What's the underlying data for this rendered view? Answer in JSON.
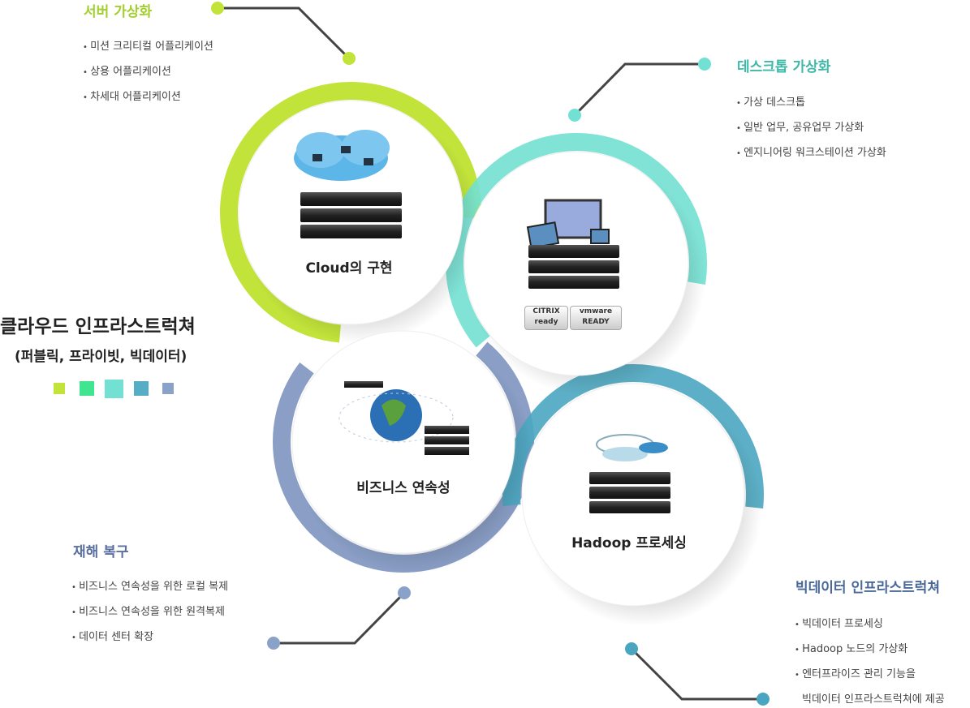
{
  "center": {
    "title": "클라우드 인프라스트럭쳐",
    "subtitle": "(퍼블릭, 프라이빗, 빅데이터)",
    "swatch_colors": [
      "#c1e33a",
      "#3fe58f",
      "#72e0d2",
      "#56aec6",
      "#8aa1c8"
    ]
  },
  "circles": [
    {
      "label": "Cloud의 구현",
      "ring_color": "#c1e33a"
    },
    {
      "label": "",
      "ring_color": "#72e0d2",
      "badges": [
        "CITRIX ready",
        "vmware READY"
      ]
    },
    {
      "label": "비즈니스 연속성",
      "ring_color": "#7d93c0"
    },
    {
      "label": "Hadoop 프로세싱",
      "ring_color": "#4aa6c0"
    }
  ],
  "sections": [
    {
      "title": "서버 가상화",
      "color": "#a2cf2e",
      "items": [
        "미션 크리티컬 어플리케이션",
        "상용 어플리케이션",
        "차세대 어플리케이션"
      ]
    },
    {
      "title": "데스크톱 가상화",
      "color": "#3db9a8",
      "items": [
        "가상 데스크톱",
        "일반 업무, 공유업무 가상화",
        "엔지니어링 워크스테이션 가상화"
      ]
    },
    {
      "title": "재해 복구",
      "color": "#5b6f9f",
      "items": [
        "비즈니스 연속성을 위한 로컬 복제",
        "비즈니스 연속성을 위한 원격복제",
        "데이터 센터 확장"
      ]
    },
    {
      "title": "빅데이터 인프라스트럭쳐",
      "color": "#4a6999",
      "items": [
        "빅데이터 프로세싱",
        "Hadoop 노드의 가상화",
        "엔터프라이즈 관리 기능을",
        "빅데이터 인프라스트럭쳐에 제공"
      ]
    }
  ]
}
